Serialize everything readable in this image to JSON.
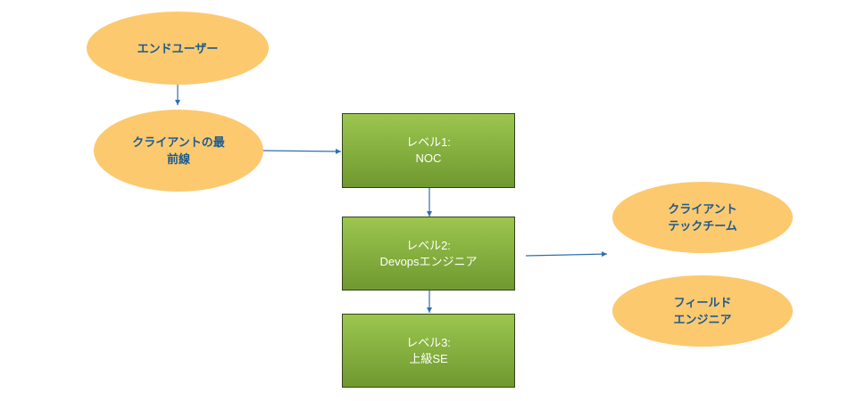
{
  "nodes": {
    "end_user": "エンドユーザー",
    "client_frontline": "クライアントの最\n前線",
    "level1": "レベル1:\nNOC",
    "level2": "レベル2:\nDevopsエンジニア",
    "level3": "レベル3:\n上級SE",
    "client_tech_team": "クライアント\nテックチーム",
    "field_engineer": "フィールド\nエンジニア"
  },
  "colors": {
    "ellipse_fill": "#fcc96f",
    "ellipse_text": "#1e5a8e",
    "box_top": "#9cc64f",
    "box_bottom": "#6f992f",
    "arrow": "#2e6fae"
  }
}
